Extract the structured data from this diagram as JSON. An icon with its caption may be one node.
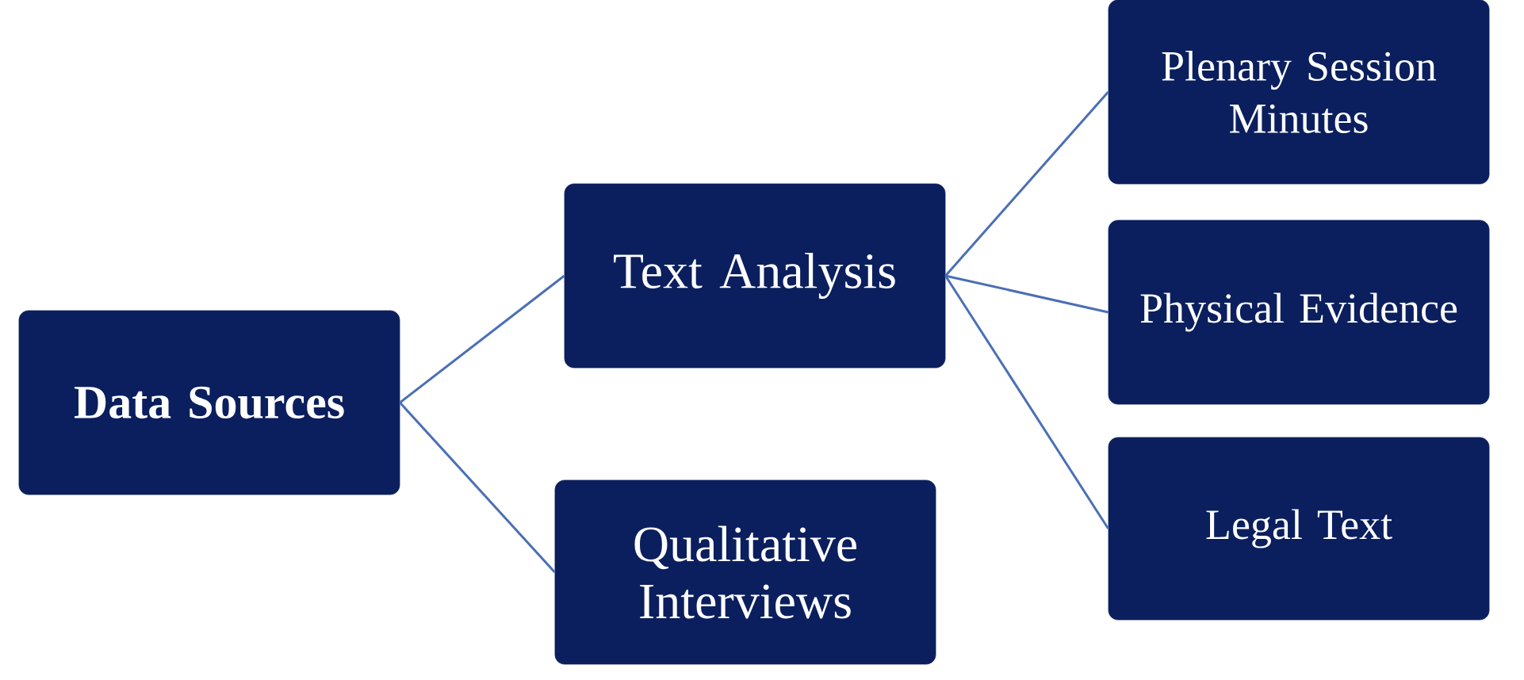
{
  "diagram": {
    "nodes": [
      {
        "text": [
          "Data Sources"
        ]
      },
      {
        "text": [
          "Text Analysis"
        ]
      },
      {
        "text": [
          "Qualitative Interviews"
        ]
      },
      {
        "text": [
          "Plenary Session Minutes"
        ]
      },
      {
        "text": [
          "Physical Evidence"
        ]
      },
      {
        "text": [
          "Legal Text"
        ]
      }
    ],
    "edges": [
      {
        "from": 0,
        "to": 1,
        "arrow": "none"
      },
      {
        "from": 0,
        "to": 2,
        "arrow": "none"
      },
      {
        "from": 1,
        "to": 3,
        "arrow": "none"
      },
      {
        "from": 1,
        "to": 4,
        "arrow": "none"
      },
      {
        "from": 1,
        "to": 5,
        "arrow": "none"
      }
    ]
  }
}
